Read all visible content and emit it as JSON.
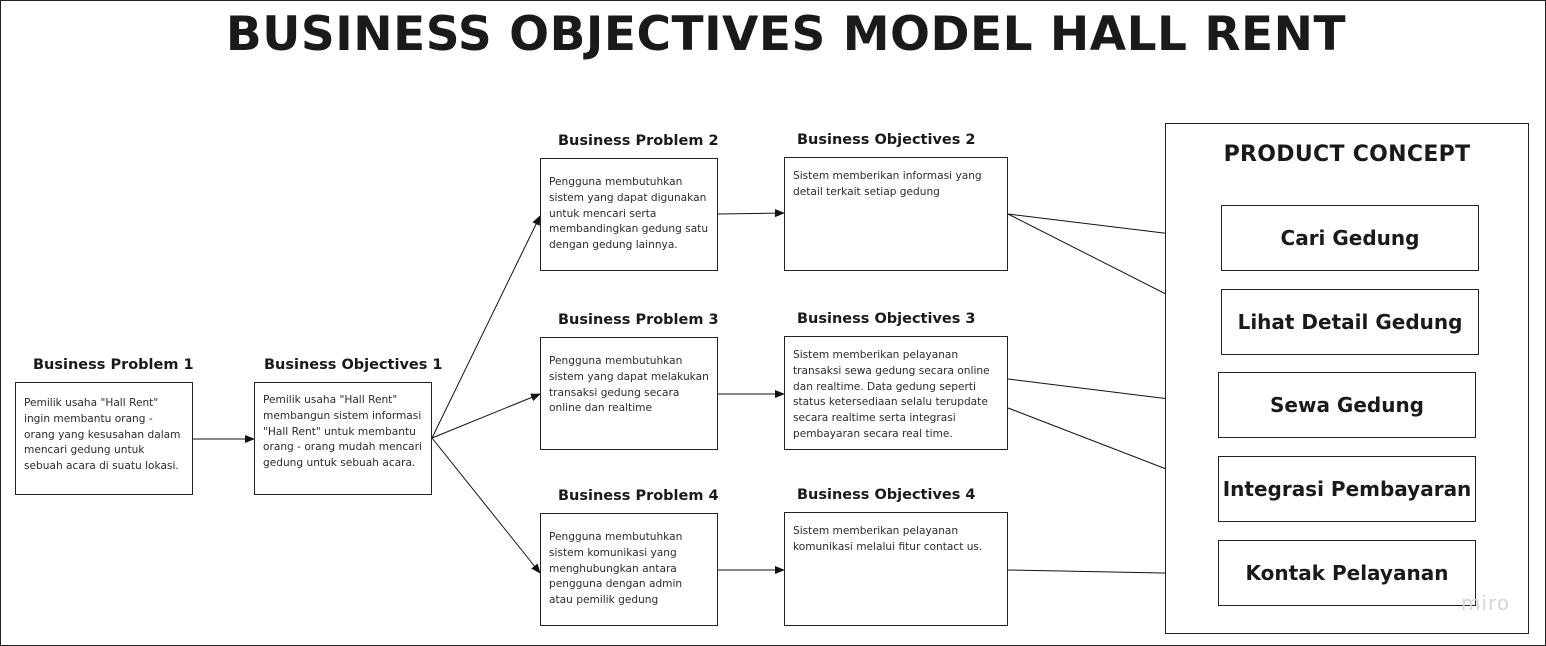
{
  "title": "BUSINESS OBJECTIVES MODEL HALL RENT",
  "problems": [
    {
      "label": "Business Problem 1",
      "text": "Pemilik usaha \"Hall Rent\" ingin membantu orang - orang yang kesusahan dalam mencari gedung untuk sebuah acara di suatu lokasi."
    },
    {
      "label": "Business Problem 2",
      "text": "Pengguna membutuhkan sistem yang dapat digunakan untuk mencari serta membandingkan gedung satu dengan gedung lainnya."
    },
    {
      "label": "Business Problem 3",
      "text": "Pengguna membutuhkan sistem yang dapat melakukan transaksi gedung secara online dan realtime"
    },
    {
      "label": "Business Problem 4",
      "text": "Pengguna membutuhkan sistem komunikasi yang menghubungkan antara pengguna dengan admin atau pemilik gedung"
    }
  ],
  "objectives": [
    {
      "label": "Business Objectives 1",
      "text": "Pemilik usaha \"Hall Rent\" membangun sistem informasi \"Hall Rent\" untuk membantu orang - orang mudah mencari gedung untuk sebuah acara."
    },
    {
      "label": "Business Objectives 2",
      "text": "Sistem memberikan informasi yang detail terkait setiap gedung"
    },
    {
      "label": "Business Objectives 3",
      "text": "Sistem memberikan pelayanan transaksi sewa gedung secara online dan realtime. Data gedung seperti status ketersediaan selalu terupdate secara realtime serta integrasi pembayaran secara real time."
    },
    {
      "label": "Business Objectives 4",
      "text": "Sistem memberikan pelayanan komunikasi melalui fitur contact us."
    }
  ],
  "product_concept": {
    "title": "PRODUCT CONCEPT",
    "items": [
      "Cari Gedung",
      "Lihat Detail Gedung",
      "Sewa Gedung",
      "Integrasi Pembayaran",
      "Kontak Pelayanan"
    ]
  },
  "watermark": "miro"
}
